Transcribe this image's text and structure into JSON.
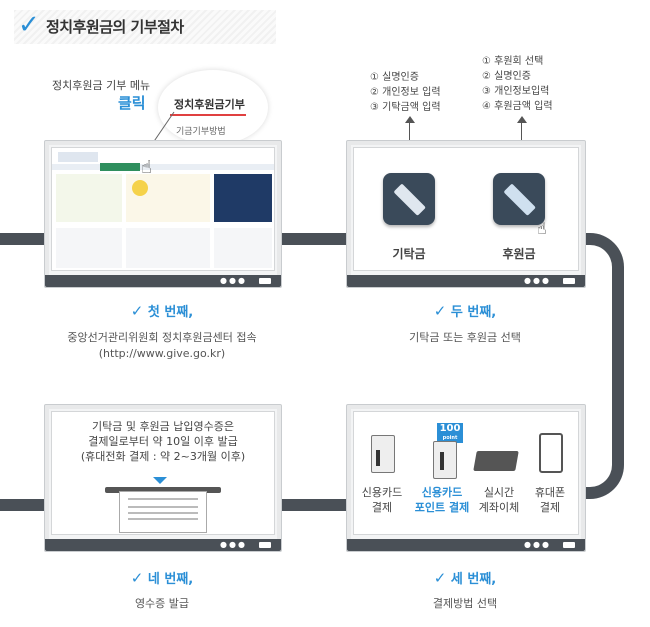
{
  "header": {
    "title": "정치후원금의 기부절차"
  },
  "callout": {
    "menu_label": "정치후원금 기부 메뉴",
    "click_label": "클릭",
    "menu_item": "정치후원금기부",
    "menu_sub": "기금기부방법"
  },
  "step1": {
    "title": "첫 번째,",
    "desc1": "중앙선거관리위원회 정치후원금센터 접속",
    "desc2": "(http://www.give.go.kr)"
  },
  "step2": {
    "title": "두 번째,",
    "desc": "기탁금 또는 후원금 선택",
    "deposit_steps": [
      "① 실명인증",
      "② 개인정보 입력",
      "③ 기탁금액 입력"
    ],
    "donation_steps": [
      "① 후원회 선택",
      "② 실명인증",
      "③ 개인정보입력",
      "④ 후원금액 입력"
    ],
    "deposit_label": "기탁금",
    "donation_label": "후원금"
  },
  "step3": {
    "title": "세 번째,",
    "desc": "결제방법 선택",
    "methods": [
      {
        "line1": "신용카드",
        "line2": "결제"
      },
      {
        "line1": "신용카드",
        "line2": "포인트 결제"
      },
      {
        "line1": "실시간",
        "line2": "계좌이체"
      },
      {
        "line1": "휴대폰",
        "line2": "결제"
      }
    ],
    "point_badge": "100",
    "point_sub": "point"
  },
  "step4": {
    "title": "네 번째,",
    "desc": "영수증 발급",
    "note": [
      "기탁금 및 후원금 납입영수증은",
      "결제일로부터 약 10일 이후 발급",
      "(휴대전화 결제 : 약 2~3개월 이후)"
    ]
  },
  "colors": {
    "accent": "#2b8fd6",
    "dark": "#4a5057",
    "tile": "#3a4a5a"
  }
}
